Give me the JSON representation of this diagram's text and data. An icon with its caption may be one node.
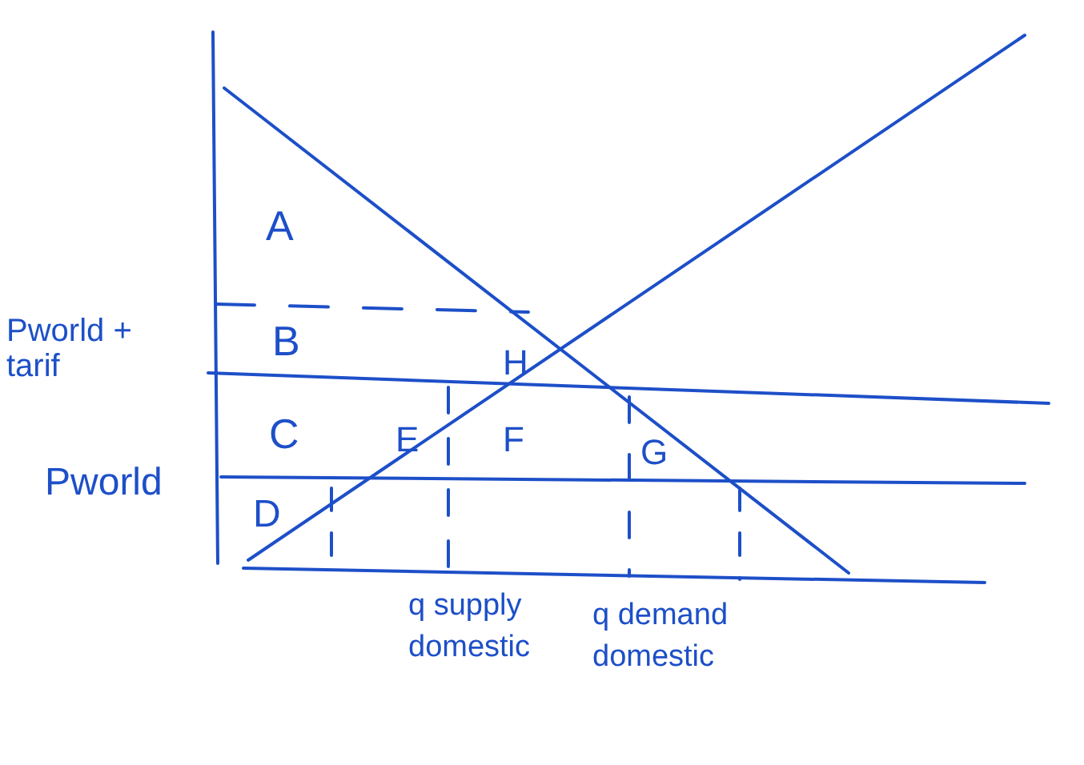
{
  "diagram": {
    "labels": [
      "A",
      "Pworld + tarif",
      "B",
      "H",
      "C",
      "E",
      "F",
      "G",
      "Pworld",
      "D",
      "q supply domestic",
      "q demand domestic"
    ]
  }
}
